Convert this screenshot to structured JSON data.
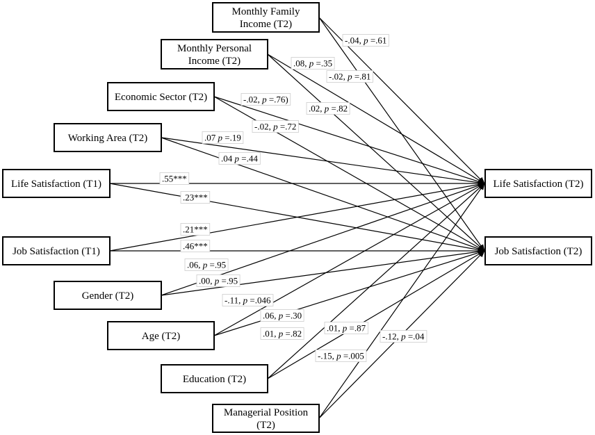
{
  "nodes": {
    "monthly_family_income": [
      "Monthly Family",
      "Income (T2)"
    ],
    "monthly_personal_income": [
      "Monthly Personal",
      "Income (T2)"
    ],
    "economic_sector": [
      "Economic Sector (T2)"
    ],
    "working_area": [
      "Working Area (T2)"
    ],
    "life_satisfaction_t1": [
      "Life Satisfaction (T1)"
    ],
    "job_satisfaction_t1": [
      "Job Satisfaction (T1)"
    ],
    "gender": [
      "Gender (T2)"
    ],
    "age": [
      "Age (T2)"
    ],
    "education": [
      "Education (T2)"
    ],
    "managerial_position": [
      "Managerial Position",
      "(T2)"
    ],
    "life_satisfaction_t2": [
      "Life Satisfaction (T2)"
    ],
    "job_satisfaction_t2": [
      "Job Satisfaction (T2)"
    ]
  },
  "paths": [
    {
      "from": "monthly_family_income",
      "to": "life_satisfaction_t2",
      "coef": "-.04,",
      "p": "p",
      "pval": " =.61"
    },
    {
      "from": "monthly_family_income",
      "to": "job_satisfaction_t2",
      "coef": "-.02,",
      "p": "p",
      "pval": " =.81"
    },
    {
      "from": "monthly_personal_income",
      "to": "life_satisfaction_t2",
      "coef": ".08,",
      "p": "p",
      "pval": " =.35"
    },
    {
      "from": "monthly_personal_income",
      "to": "job_satisfaction_t2",
      "coef": ".02,",
      "p": "p",
      "pval": " =.82"
    },
    {
      "from": "economic_sector",
      "to": "life_satisfaction_t2",
      "coef": "-.02,",
      "p": "p",
      "pval": " =.76)"
    },
    {
      "from": "economic_sector",
      "to": "job_satisfaction_t2",
      "coef": "-.02,",
      "p": "p",
      "pval": " =.72"
    },
    {
      "from": "working_area",
      "to": "life_satisfaction_t2",
      "coef": ".07",
      "p": "p",
      "pval": " =.19"
    },
    {
      "from": "working_area",
      "to": "job_satisfaction_t2",
      "coef": ".04",
      "p": "p",
      "pval": " =.44"
    },
    {
      "from": "life_satisfaction_t1",
      "to": "life_satisfaction_t2",
      "coef": ".55***",
      "p": "",
      "pval": ""
    },
    {
      "from": "life_satisfaction_t1",
      "to": "job_satisfaction_t2",
      "coef": ".23***",
      "p": "",
      "pval": ""
    },
    {
      "from": "job_satisfaction_t1",
      "to": "life_satisfaction_t2",
      "coef": ".21***",
      "p": "",
      "pval": ""
    },
    {
      "from": "job_satisfaction_t1",
      "to": "job_satisfaction_t2",
      "coef": ".46***",
      "p": "",
      "pval": ""
    },
    {
      "from": "gender",
      "to": "life_satisfaction_t2",
      "coef": ".06,",
      "p": "p",
      "pval": " =.95"
    },
    {
      "from": "gender",
      "to": "job_satisfaction_t2",
      "coef": ".00,",
      "p": "p",
      "pval": " =.95"
    },
    {
      "from": "age",
      "to": "life_satisfaction_t2",
      "coef": "-.11,",
      "p": "p",
      "pval": " =.046"
    },
    {
      "from": "age",
      "to": "job_satisfaction_t2",
      "coef": ".06,",
      "p": "p",
      "pval": " =.30"
    },
    {
      "from": "education",
      "to": "life_satisfaction_t2",
      "coef": ".01,",
      "p": "p",
      "pval": " =.82"
    },
    {
      "from": "education",
      "to": "job_satisfaction_t2",
      "coef": ".01,",
      "p": "p",
      "pval": " =.87"
    },
    {
      "from": "managerial_position",
      "to": "life_satisfaction_t2",
      "coef": "-.15,",
      "p": "p",
      "pval": " =.005"
    },
    {
      "from": "managerial_position",
      "to": "job_satisfaction_t2",
      "coef": "-.12,",
      "p": "p",
      "pval": " =.04"
    }
  ]
}
